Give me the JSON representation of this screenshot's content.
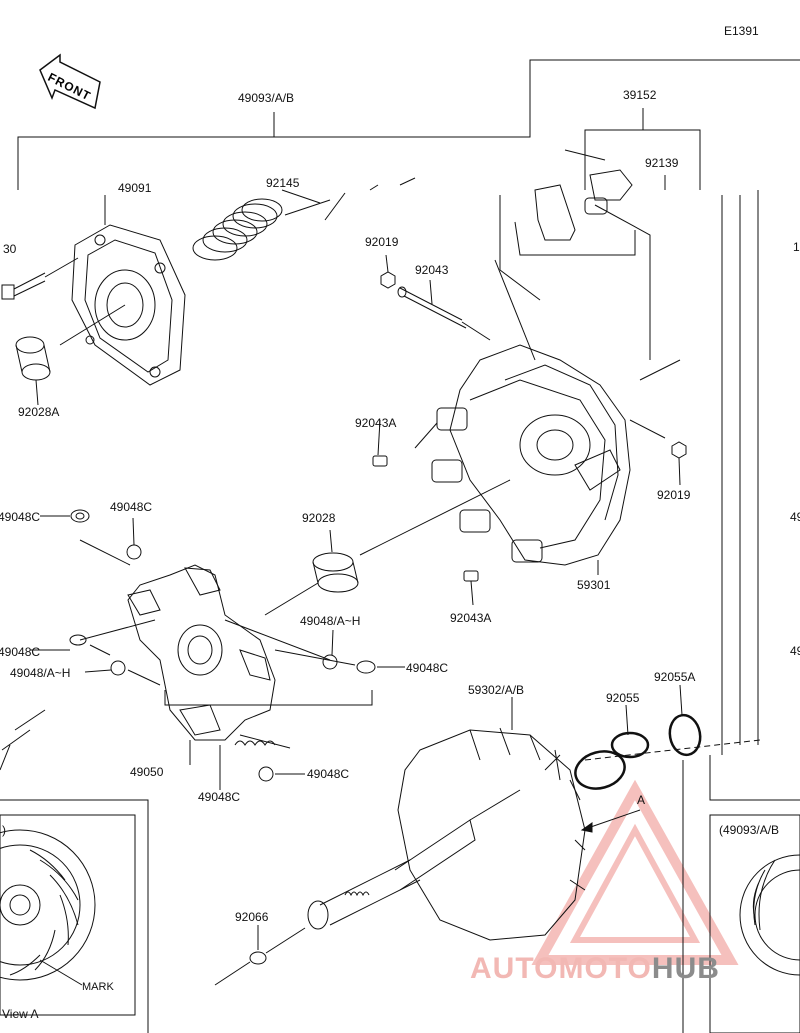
{
  "diagram_code": "E1391",
  "front_label": "FRONT",
  "labels": {
    "l49093AB": "49093/A/B",
    "l39152": "39152",
    "l92139": "92139",
    "l92145": "92145",
    "l49091": "49091",
    "l30": "30",
    "l92028A": "92028A",
    "l92019a": "92019",
    "l92043": "92043",
    "l92043Aa": "92043A",
    "l92019b": "92019",
    "l92028": "92028",
    "l59301": "59301",
    "l92043Ab": "92043A",
    "l49048Ca": "49048C",
    "l49048Cb": "49048C",
    "l49048AHa": "49048/A~H",
    "l49048Cc": "49048C",
    "l49048Cd": "49048C",
    "l49048AHb": "49048/A~H",
    "l49050": "49050",
    "l49048Ce": "49048C",
    "l49048Cf": "49048C",
    "l59302AB": "59302/A/B",
    "l92055": "92055",
    "l92055A": "92055A",
    "l92066": "92066",
    "lA": "A",
    "lViewA": "View A",
    "lMark": "MARK",
    "lInset": "(49093/A/B",
    "lRight1": "1",
    "lRight49a": "49",
    "lRight49b": "49",
    "lParen": ")"
  },
  "watermark": {
    "part1": "AUTOMOTO",
    "part2": "HUB"
  },
  "colors": {
    "ink": "#111111",
    "watermark_red": "#f2b8b4",
    "watermark_gray": "#8c8c8c"
  }
}
